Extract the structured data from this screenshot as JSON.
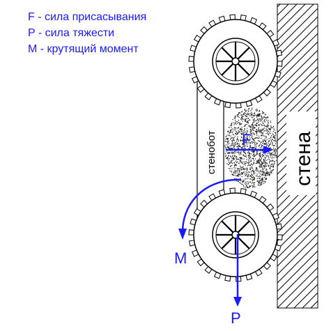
{
  "legend": [
    "F - сила присасывания",
    "P - сила тяжести",
    "M - крутящий момент"
  ],
  "labels": {
    "robot": "стенобот",
    "wall": "стена",
    "force_f": "F",
    "force_p": "P",
    "moment_m": "M"
  },
  "colors": {
    "arrow": "#1a1aff",
    "line": "#000000",
    "background": "#ffffff"
  }
}
